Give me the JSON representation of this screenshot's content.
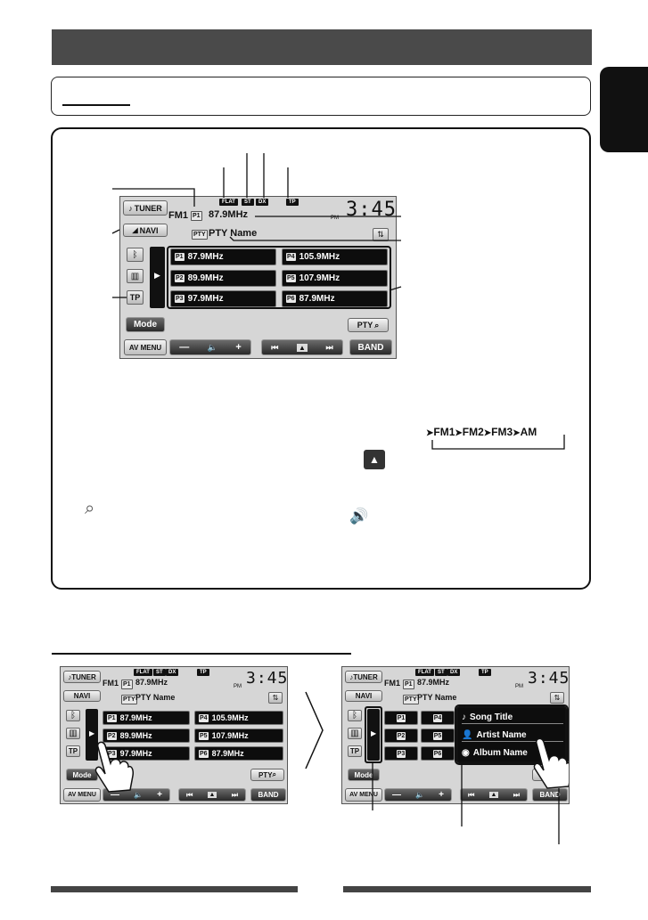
{
  "page": {
    "side_tab_label": "",
    "section_heading": "",
    "sub_heading": ""
  },
  "screen_main": {
    "tuner_label": "TUNER",
    "navi_label": "NAVI",
    "band": "FM1",
    "preset_badge": "P1",
    "frequency": "87.9MHz",
    "pty_badge": "PTY",
    "pty_name": "PTY Name",
    "pm": "PM",
    "clock": "3:45",
    "indicators": [
      "FLAT",
      "ST",
      "DX",
      "TP"
    ],
    "tp_label": "TP",
    "mode_label": "Mode",
    "pty_search_label": "PTY",
    "av_menu_label": "AV MENU",
    "band_button_label": "BAND",
    "minus_label": "—",
    "plus_label": "+",
    "presets": [
      {
        "badge": "P1",
        "freq": "87.9MHz"
      },
      {
        "badge": "P4",
        "freq": "105.9MHz"
      },
      {
        "badge": "P2",
        "freq": "89.9MHz"
      },
      {
        "badge": "P5",
        "freq": "107.9MHz"
      },
      {
        "badge": "P3",
        "freq": "97.9MHz"
      },
      {
        "badge": "P6",
        "freq": "87.9MHz"
      }
    ]
  },
  "band_cycle": [
    "FM1",
    "FM2",
    "FM3",
    "AM"
  ],
  "screen_right_list": {
    "items": [
      "Song Title",
      "Artist Name",
      "Album Name"
    ],
    "presets": [
      "P1",
      "P4",
      "P2",
      "P5",
      "P3",
      "P6"
    ]
  },
  "colors": {
    "title_bar": "#4a4a4a",
    "screen_bg": "#d6d6d6",
    "preset_bg": "#0d0d0d",
    "text": "#111111"
  }
}
